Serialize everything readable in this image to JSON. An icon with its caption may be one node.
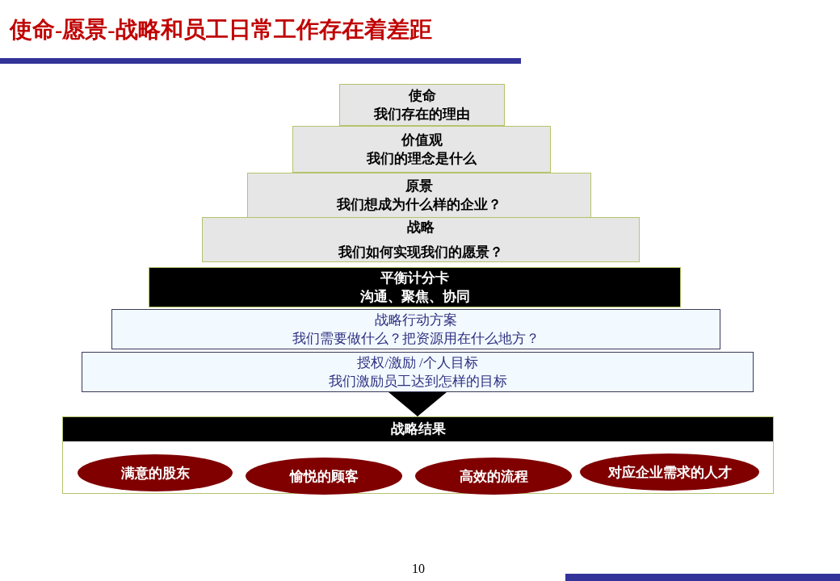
{
  "diagram": {
    "title": "使命-愿景-战略和员工日常工作存在着差距",
    "nodes": [
      {
        "text": [
          "使命",
          "我们存在的理由"
        ]
      },
      {
        "text": [
          "价值观",
          "我们的理念是什么"
        ]
      },
      {
        "text": [
          "原景",
          "我们想成为什么样的企业？"
        ]
      },
      {
        "text": [
          "战略",
          "我们如何实现我们的愿景？"
        ]
      },
      {
        "text": [
          "平衡计分卡",
          "沟通、聚焦、协同"
        ]
      },
      {
        "text": [
          "战略行动方案",
          "我们需要做什么？把资源用在什么地方？"
        ]
      },
      {
        "text": [
          "授权/激励 /个人目标",
          "我们激励员工达到怎样的目标"
        ]
      },
      {
        "text": [
          "战略结果"
        ]
      },
      {
        "text": [
          "满意的股东"
        ],
        "in": 7
      },
      {
        "text": [
          "愉悦的顾客"
        ],
        "in": 7
      },
      {
        "text": [
          "高效的流程"
        ],
        "in": 7
      },
      {
        "text": [
          "对应企业需求的人才"
        ],
        "in": 7
      }
    ],
    "edges": [
      {
        "from": 6,
        "to": 7,
        "arrow": "to"
      }
    ],
    "labels": [
      "10"
    ]
  }
}
